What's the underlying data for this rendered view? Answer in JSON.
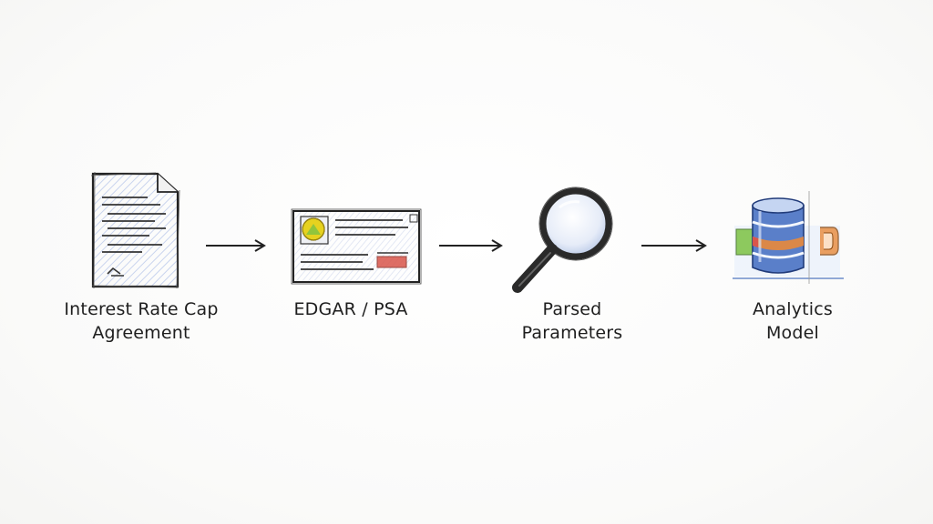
{
  "diagram": {
    "nodes": [
      {
        "id": "agreement",
        "icon": "document-icon",
        "label_lines": [
          "Interest Rate Cap",
          "Agreement"
        ]
      },
      {
        "id": "edgar",
        "icon": "filing-card-icon",
        "label_lines": [
          "EDGAR / PSA"
        ]
      },
      {
        "id": "parsed",
        "icon": "magnifying-glass-icon",
        "label_lines": [
          "Parsed",
          "Parameters"
        ]
      },
      {
        "id": "model",
        "icon": "database-icon",
        "label_lines": [
          "Analytics",
          "Model"
        ]
      }
    ],
    "arrows": [
      {
        "from": "agreement",
        "to": "edgar"
      },
      {
        "from": "edgar",
        "to": "parsed"
      },
      {
        "from": "parsed",
        "to": "model"
      }
    ]
  },
  "colors": {
    "ink": "#222222",
    "pencil_blue": "#8fa8d6",
    "highlight_yellow": "#e6d21f",
    "highlight_green": "#7cc243",
    "highlight_red": "#d9564b",
    "highlight_orange": "#e98a3a",
    "db_blue": "#5a7fc9"
  }
}
